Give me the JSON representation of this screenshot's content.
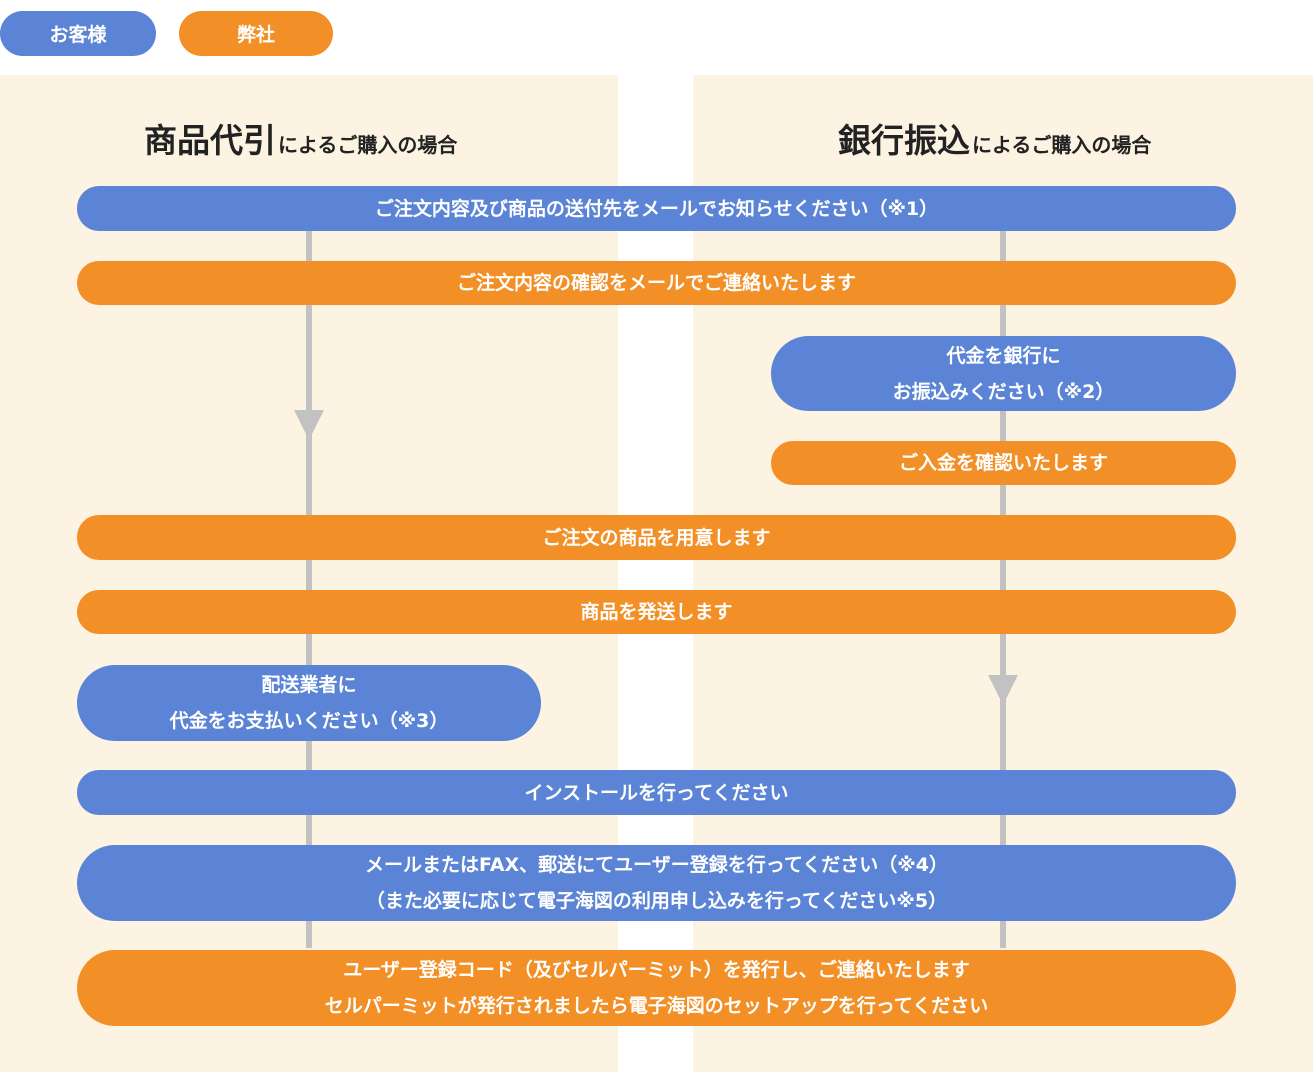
{
  "legend": {
    "customer": "お客様",
    "company": "弊社"
  },
  "headings": {
    "cod": {
      "main": "商品代引",
      "sub": "によるご購入の場合"
    },
    "bank": {
      "main": "銀行振込",
      "sub": "によるご購入の場合"
    }
  },
  "steps": {
    "order_notify": "ご注文内容及び商品の送付先をメールでお知らせください（※1）",
    "confirm_mail": "ご注文内容の確認をメールでご連絡いたします",
    "transfer_line1": "代金を銀行に",
    "transfer_line2": "お振込みください（※2）",
    "payment_confirm": "ご入金を確認いたします",
    "prepare": "ご注文の商品を用意します",
    "ship": "商品を発送します",
    "cod_pay_line1": "配送業者に",
    "cod_pay_line2": "代金をお支払いください（※3）",
    "install": "インストールを行ってください",
    "register_line1": "メールまたはFAX、郵送にてユーザー登録を行ってください（※4）",
    "register_line2": "（また必要に応じて電子海図の利用申し込みを行ってください※5）",
    "issue_line1": "ユーザー登録コード（及びセルパーミット）を発行し、ご連絡いたします",
    "issue_line2": "セルパーミットが発行されましたら電子海図のセットアップを行ってください"
  },
  "colors": {
    "customer": "#5b84d6",
    "company": "#f28f26",
    "panel_background": "#fdf3e3",
    "connector": "#c2c2c2"
  }
}
